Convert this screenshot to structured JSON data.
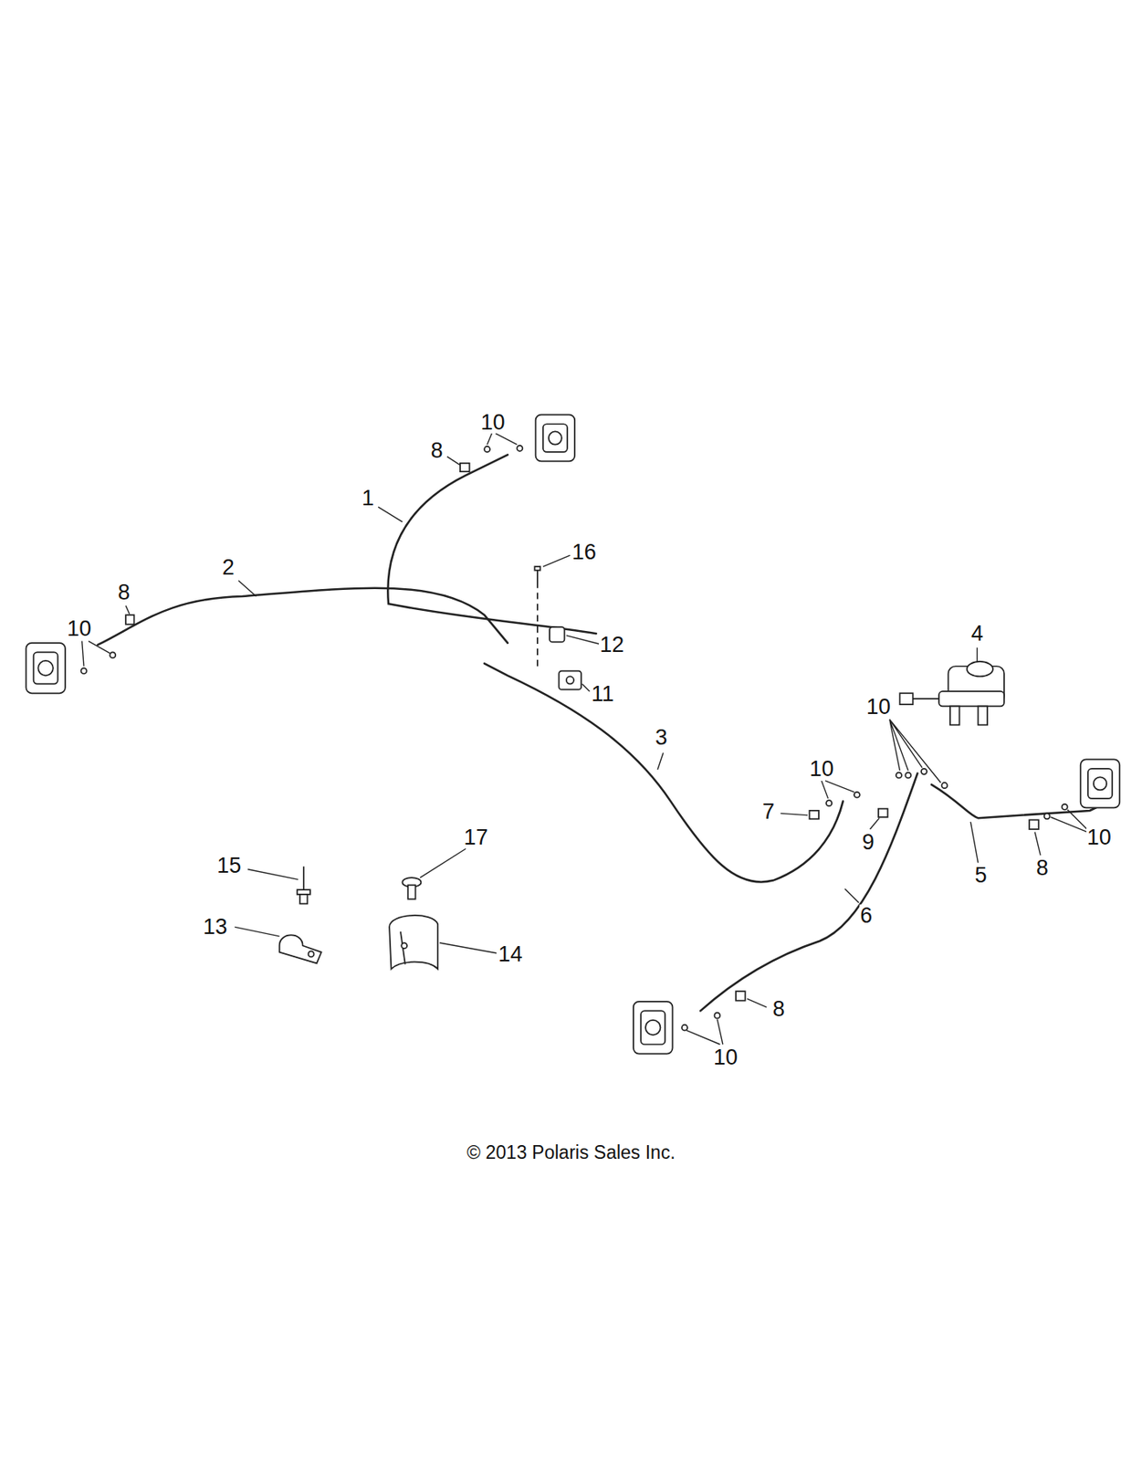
{
  "diagram": {
    "caption": "© 2013 Polaris Sales Inc.",
    "labels": [
      "10",
      "8",
      "1",
      "16",
      "2",
      "8",
      "10",
      "4",
      "12",
      "11",
      "10",
      "3",
      "10",
      "7",
      "17",
      "10",
      "9",
      "15",
      "5",
      "8",
      "6",
      "13",
      "14",
      "8",
      "10"
    ]
  }
}
